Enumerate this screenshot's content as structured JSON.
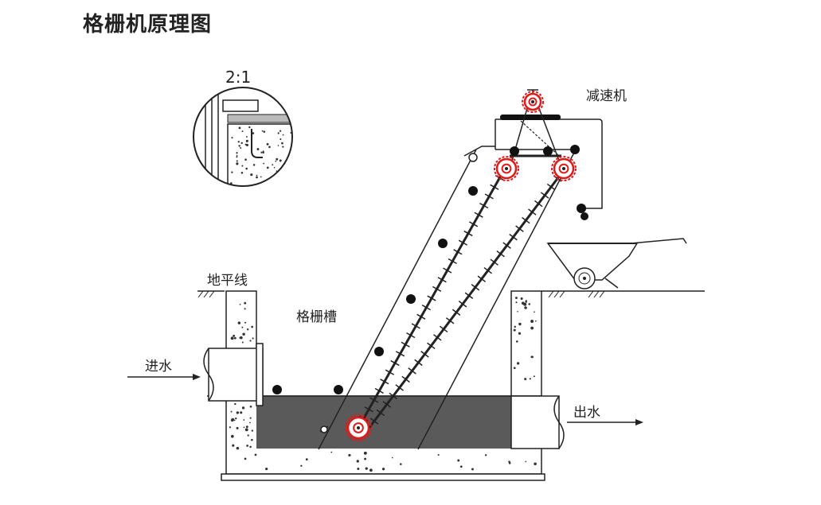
{
  "title": "格栅机原理图",
  "labels": {
    "scale": "2:1",
    "reducer": "减速机",
    "ground_line": "地平线",
    "channel": "格栅槽",
    "inlet": "进水",
    "outlet": "出水"
  },
  "colors": {
    "line": "#222222",
    "water": "#5a5a5a",
    "sprocket": "#e01a1a",
    "debris": "#111111"
  },
  "icons": [
    "detail-magnifier-icon",
    "reducer-motor-icon",
    "sprocket-icon",
    "wheelbarrow-icon",
    "inlet-arrow-icon",
    "outlet-arrow-icon"
  ]
}
